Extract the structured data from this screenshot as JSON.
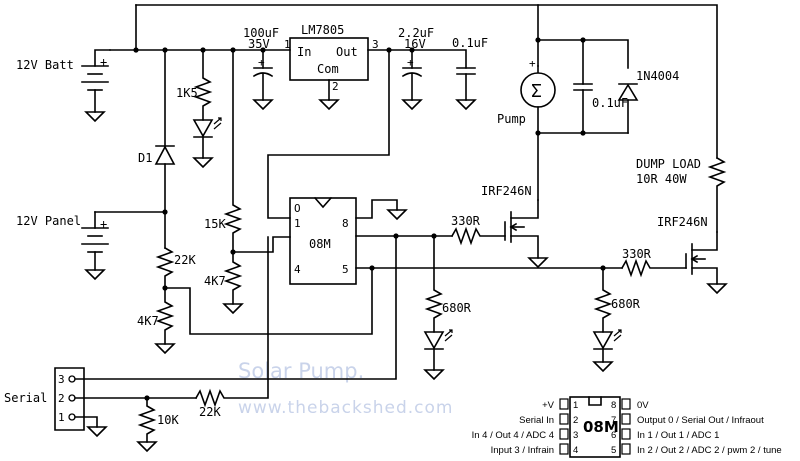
{
  "watermark": {
    "title": "Solar Pump.",
    "url": "www.thebackshed.com"
  },
  "labels": {
    "battery": "12V Batt",
    "panel": "12V Panel",
    "serial": "Serial",
    "regulator": "LM7805",
    "reg_in": "In",
    "reg_out": "Out",
    "reg_com": "Com",
    "reg_pin1": "1",
    "reg_pin2": "2",
    "reg_pin3": "3",
    "c1_value": "100uF",
    "c1_voltage": "35V",
    "c2_value": "2.2uF",
    "c2_voltage": "16V",
    "c3_value": "0.1uF",
    "c4_value": "0.1uF",
    "diode_pump": "1N4004",
    "pump": "Pump",
    "d1": "D1",
    "r_led1": "1K5",
    "r_15k": "15K",
    "r_4k7_a": "4K7",
    "r_22k_a": "22K",
    "r_4k7_b": "4K7",
    "r_10k": "10K",
    "r_22k_b": "22K",
    "r_330_a": "330R",
    "r_330_b": "330R",
    "r_680_a": "680R",
    "r_680_b": "680R",
    "mosfet_a": "IRF246N",
    "mosfet_b": "IRF246N",
    "dump_load_1": "DUMP LOAD",
    "dump_load_2": "10R 40W",
    "chip": "08M",
    "chip_pin_o": "O",
    "chip_pin1": "1",
    "chip_pin4": "4",
    "chip_pin5": "5",
    "chip_pin8": "8",
    "serial_pin3": "3",
    "serial_pin2": "2",
    "serial_pin1": "1",
    "plus": "+"
  },
  "pinout": {
    "chip": "08M",
    "left": [
      {
        "label": "+V",
        "num": "1"
      },
      {
        "label": "Serial In",
        "num": "2"
      },
      {
        "label": "In  4 / Out 4 / ADC 4",
        "num": "3"
      },
      {
        "label": "Input 3 / Infrain",
        "num": "4"
      }
    ],
    "right": [
      {
        "num": "8",
        "label": "0V"
      },
      {
        "num": "7",
        "label": "Output 0 / Serial Out / Infraout"
      },
      {
        "num": "6",
        "label": "In 1 / Out 1 / ADC 1"
      },
      {
        "num": "5",
        "label": "In 2 / Out 2 / ADC 2 / pwm 2 / tune"
      }
    ]
  }
}
